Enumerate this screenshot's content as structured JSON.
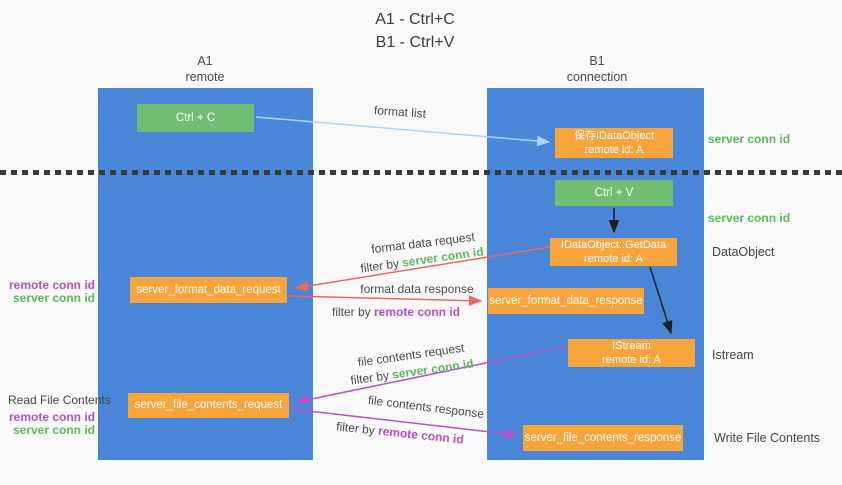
{
  "title": {
    "line1": "A1 - Ctrl+C",
    "line2": "B1 - Ctrl+V"
  },
  "lanes": {
    "left": {
      "name": "A1",
      "role": "remote"
    },
    "right": {
      "name": "B1",
      "role": "connection"
    }
  },
  "nodes": {
    "ctrl_c": {
      "label": "Ctrl + C"
    },
    "save_idataobject": {
      "line1": "保存IDataObject",
      "line2": "remote id: A"
    },
    "ctrl_v": {
      "label": "Ctrl + V"
    },
    "idataobject_getdata": {
      "line1": "IDataObject::GetData",
      "line2": "remote id: A"
    },
    "server_format_data_request": {
      "label": "server_format_data_request"
    },
    "server_format_data_response": {
      "label": "server_format_data_response"
    },
    "istream": {
      "line1": "IStream",
      "line2": "remote id: A"
    },
    "server_file_contents_request": {
      "label": "server_file_contents_request"
    },
    "server_file_contents_response": {
      "label": "server_file_contents_response"
    }
  },
  "side_labels": {
    "server_conn_id_top": "server conn id",
    "server_conn_id_mid": "server conn id",
    "dataobject": "DataObject",
    "istream": "Istream",
    "read_file_contents": "Read File Contents",
    "write_file_contents": "Write File Contents",
    "left_group1": {
      "remote": "remote conn id",
      "server": "server conn id"
    },
    "left_group2": {
      "remote": "remote conn id",
      "server": "server conn id"
    }
  },
  "arrows": {
    "format_list": {
      "label": "format list"
    },
    "format_data_request": {
      "label": "format data request",
      "filter_prefix": "filter by ",
      "filter_key": "server conn id"
    },
    "format_data_response": {
      "label": "format data response",
      "filter_prefix": "filter by ",
      "filter_key": "remote conn id"
    },
    "file_contents_request": {
      "label": "file contents request",
      "filter_prefix": "filter by ",
      "filter_key": "server conn id"
    },
    "file_contents_response": {
      "label": "file contents response",
      "filter_prefix": "filter by ",
      "filter_key": "remote conn id"
    }
  },
  "colors": {
    "lane-blue": "#4a86d8",
    "node-orange": "#f7a43d",
    "node-green": "#71bd71",
    "text-green": "#5cb85c",
    "text-purple": "#b44fc8",
    "arrow-salmon": "#e8695e",
    "arrow-magenta": "#bb4ec9",
    "arrow-lightblue": "#abd5f5",
    "arrow-black": "#1f1f1f",
    "background": "#f9f9f9"
  }
}
